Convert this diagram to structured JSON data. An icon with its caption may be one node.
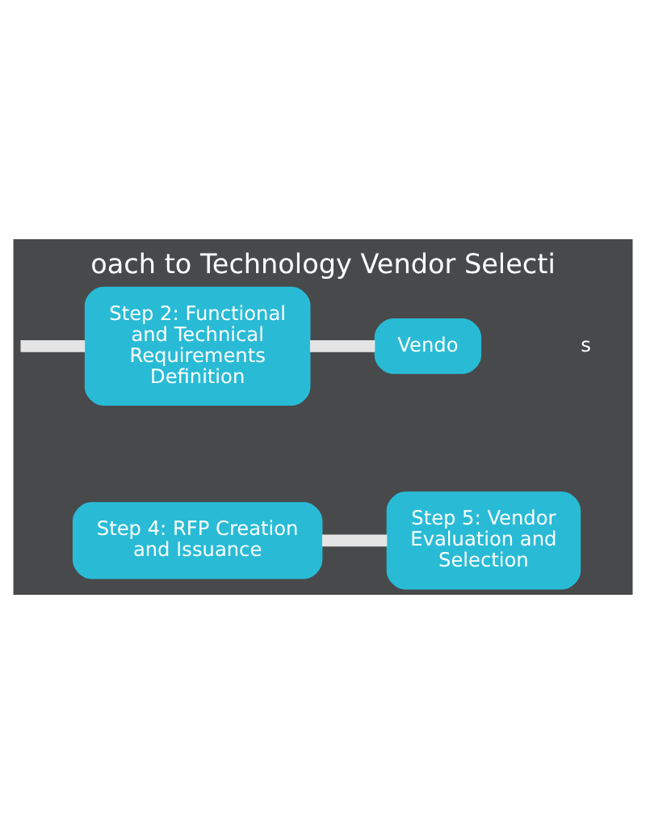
{
  "diagram": {
    "title": "oach to Technology Vendor Selecti",
    "nodes": [
      {
        "text": [
          "Step 2: Functional and Technical Requirements Definition"
        ]
      },
      {
        "text": [
          "Vendo"
        ]
      },
      {
        "text": [
          "Step 4: RFP Creation and Issuance"
        ]
      },
      {
        "text": [
          "Step 5: Vendor Evaluation and Selection"
        ]
      }
    ],
    "edges": [
      {
        "from": null,
        "to": 0,
        "arrow": "none"
      },
      {
        "from": 0,
        "to": 1,
        "arrow": "none"
      },
      {
        "from": 2,
        "to": 3,
        "arrow": "none"
      }
    ],
    "labels": [
      "s"
    ]
  }
}
